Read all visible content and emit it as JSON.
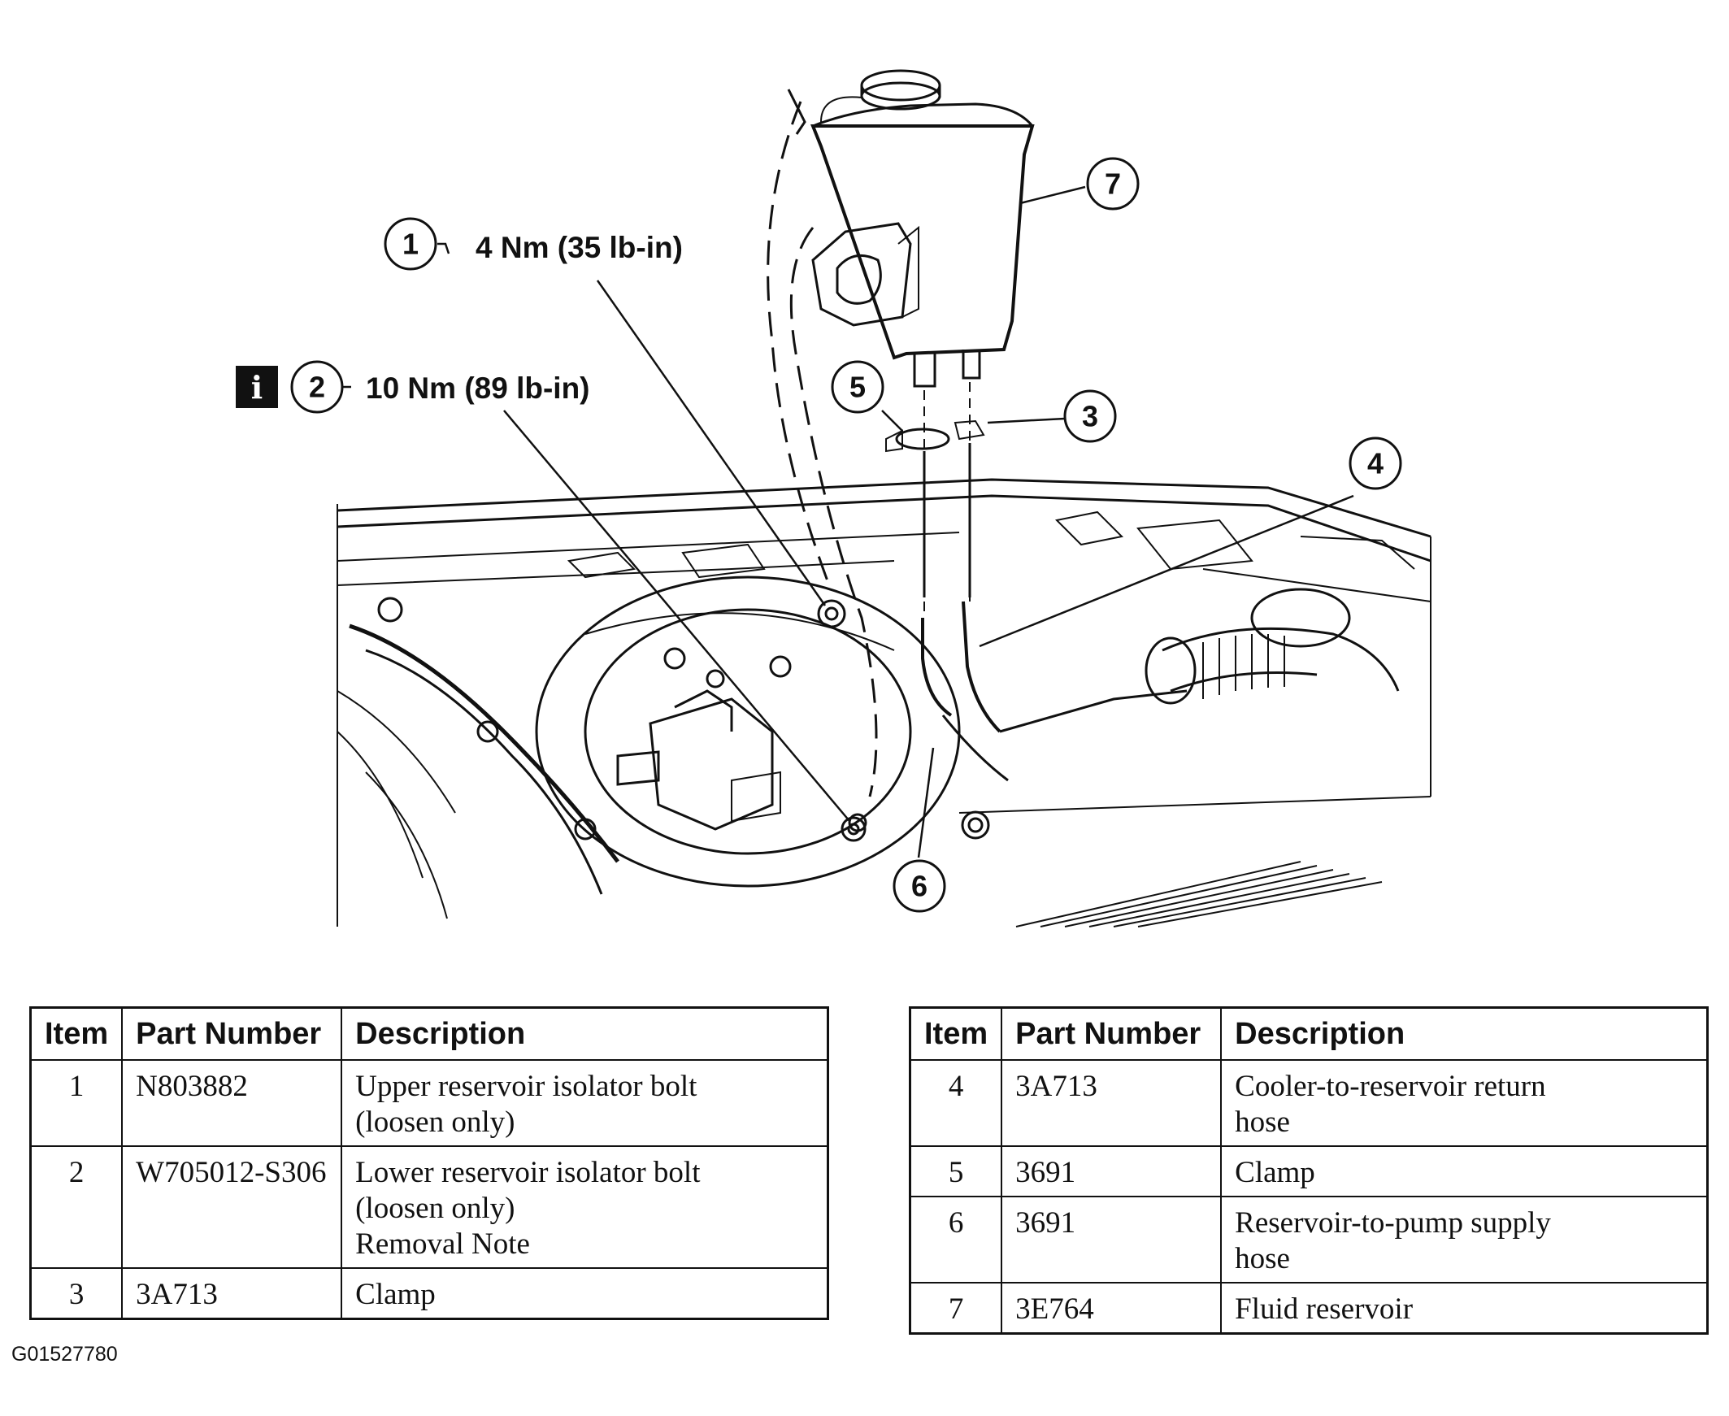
{
  "callouts": [
    {
      "num": "1",
      "torque": "4 Nm (35 lb-in)"
    },
    {
      "num": "2",
      "torque": "10 Nm (89 lb-in)",
      "info_icon": "i"
    },
    {
      "num": "3"
    },
    {
      "num": "4"
    },
    {
      "num": "5"
    },
    {
      "num": "6"
    },
    {
      "num": "7"
    }
  ],
  "tables": {
    "headers": {
      "item": "Item",
      "part_number": "Part Number",
      "description": "Description"
    },
    "left": [
      {
        "item": "1",
        "part_number": "N803882",
        "description": [
          "Upper reservoir isolator bolt",
          "(loosen only)"
        ]
      },
      {
        "item": "2",
        "part_number": "W705012-S306",
        "description": [
          "Lower reservoir isolator bolt",
          "(loosen only)",
          "Removal Note"
        ]
      },
      {
        "item": "3",
        "part_number": "3A713",
        "description": [
          "Clamp"
        ]
      }
    ],
    "right": [
      {
        "item": "4",
        "part_number": "3A713",
        "description": [
          "Cooler-to-reservoir return",
          "hose"
        ]
      },
      {
        "item": "5",
        "part_number": "3691",
        "description": [
          "Clamp"
        ]
      },
      {
        "item": "6",
        "part_number": "3691",
        "description": [
          "Reservoir-to-pump supply",
          "hose"
        ]
      },
      {
        "item": "7",
        "part_number": "3E764",
        "description": [
          "Fluid reservoir"
        ]
      }
    ]
  },
  "figure_id": "G01527780"
}
